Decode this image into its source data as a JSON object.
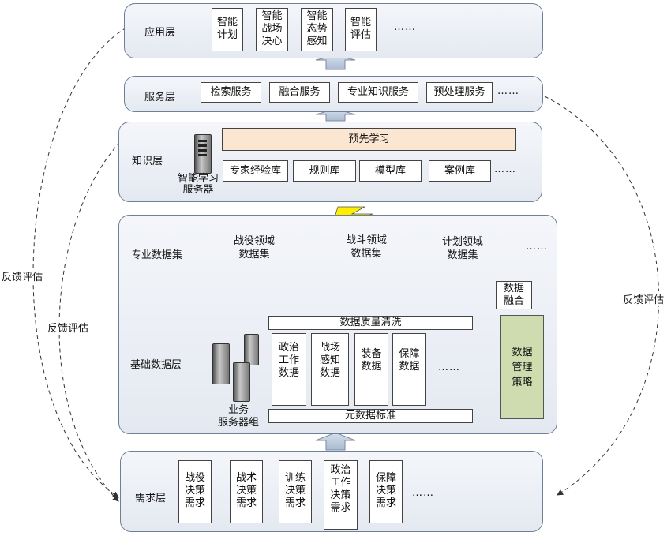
{
  "app_layer": {
    "title": "应用层",
    "items": [
      "智能\n计划",
      "智能\n战场\n决心",
      "智能\n态势\n感知",
      "智能\n评估"
    ],
    "more": "……"
  },
  "service_layer": {
    "title": "服务层",
    "items": [
      "检索服务",
      "融合服务",
      "专业知识服务",
      "预处理服务"
    ],
    "more": "……"
  },
  "knowledge_layer": {
    "title": "知识层",
    "banner": "预先学习",
    "items": [
      "专家经验库",
      "规则库",
      "模型库",
      "案例库"
    ],
    "more": "……",
    "server_label": "智能学习\n服务器"
  },
  "data_layer": {
    "pro_title": "专业数据集",
    "clouds": [
      "战役领域\n数据集",
      "战斗领域\n数据集",
      "计划领域\n数据集"
    ],
    "cloud_more": "……",
    "fusion": "数据\n融合",
    "quality": "数据质量清洗",
    "base_title": "基础数据层",
    "items": [
      "政治\n工作\n数据",
      "战场\n感知\n数据",
      "装备\n数据",
      "保障\n数据"
    ],
    "more": "……",
    "metadata": "元数据标准",
    "strategy": "数据\n管理\n策略",
    "server_label": "业务\n服务器组"
  },
  "demand_layer": {
    "title": "需求层",
    "items": [
      "战役\n决策\n需求",
      "战术\n决策\n需求",
      "训练\n决策\n需求",
      "政治\n工作\n决策\n需求",
      "保障\n决策\n需求"
    ],
    "more": "……"
  },
  "feedback": {
    "left_outer": "反馈评估",
    "left_inner": "反馈评估",
    "right": "反馈评估"
  },
  "colors": {
    "layer_fill": "#e6eaf1",
    "banner": "#fbe6d2",
    "strategy": "#cfdcaf",
    "pipe": "#6b96c8",
    "arrow": "#b7c6d9",
    "bolt": "#ffee00"
  }
}
